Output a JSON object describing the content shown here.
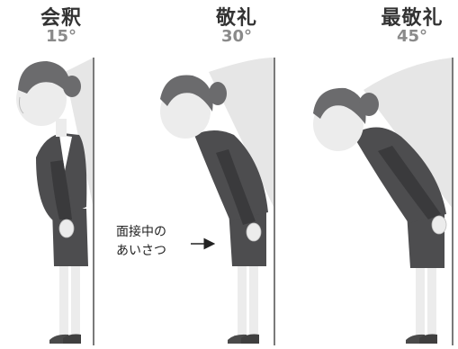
{
  "panels": [
    {
      "title": "会釈",
      "angle": "15°",
      "bow_degrees": 15
    },
    {
      "title": "敬礼",
      "angle": "30°",
      "bow_degrees": 30
    },
    {
      "title": "最敬礼",
      "angle": "45°",
      "bow_degrees": 45
    }
  ],
  "annotation": {
    "line1": "面接中の",
    "line2": "あいさつ"
  },
  "colors": {
    "suit": "#4d4d4f",
    "suit_dark": "#3a3a3c",
    "hair": "#6b6b6d",
    "skin": "#ececec",
    "wedge": "#e6e6e6",
    "wall": "#7a7a7a",
    "shoe": "#4a4a4a"
  }
}
